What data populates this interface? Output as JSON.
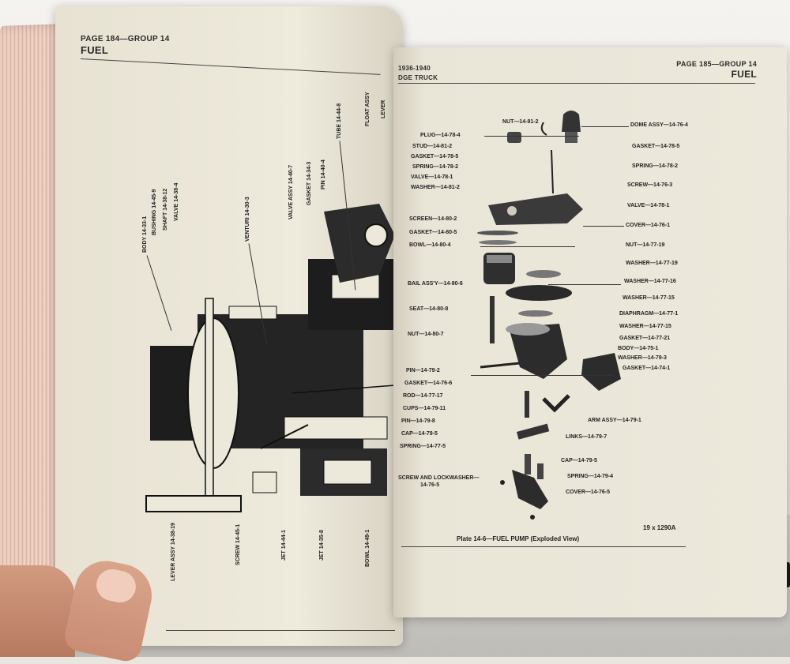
{
  "left_page": {
    "header": "PAGE 184—GROUP 14",
    "section": "FUEL",
    "labels": [
      "BODY 14-33-1",
      "BUSHING 14-45-9",
      "SHAFT 14-38-12",
      "VALVE 14-38-4",
      "VENTURI 14-30-3",
      "VALVE ASSY 14-40-7",
      "GASKET 14-34-3",
      "PIN 14-40-4",
      "TUBE 14-44-8",
      "FLOAT ASSY",
      "LEVER",
      "LEVER ASSY 14-38-19",
      "SCREW 14-45-1",
      "JET 14-44-1",
      "JET 14-35-8",
      "BOWL 14-49-1"
    ]
  },
  "right_page": {
    "header": "PAGE 185—GROUP 14",
    "section": "FUEL",
    "subheader_years": "1936-1940",
    "subheader_model": "DGE TRUCK",
    "left_labels": [
      "NUT—14-81-2",
      "PLUG—14-78-4",
      "STUD—14-81-2",
      "GASKET—14-78-5",
      "SPRING—14-78-2",
      "VALVE—14-78-1",
      "WASHER—14-81-2",
      "SCREEN—14-80-2",
      "GASKET—14-80-5",
      "BOWL—14-80-4",
      "BAIL ASS'Y—14-80-6",
      "SEAT—14-80-8",
      "NUT—14-80-7",
      "PIN—14-79-2",
      "GASKET—14-76-6",
      "ROD—14-77-17",
      "CUPS—14-79-11",
      "PIN—14-79-8",
      "CAP—14-79-5",
      "SPRING—14-77-5",
      "SCREW AND LOCKWASHER—",
      "14-76-5"
    ],
    "right_labels": [
      "DOME ASSY—14-76-4",
      "GASKET—14-78-5",
      "SPRING—14-78-2",
      "SCREW—14-76-3",
      "VALVE—14-78-1",
      "COVER—14-76-1",
      "NUT—14-77-19",
      "WASHER—14-77-19",
      "WASHER—14-77-16",
      "WASHER—14-77-15",
      "DIAPHRAGM—14-77-1",
      "WASHER—14-77-15",
      "GASKET—14-77-21",
      "BODY—14-75-1",
      "WASHER—14-79-3",
      "GASKET—14-74-1",
      "ARM ASSY—14-79-1",
      "LINKS—14-79-7",
      "CAP—14-79-5",
      "SPRING—14-79-4",
      "COVER—14-76-5"
    ],
    "plate_number": "19 x 1290A",
    "caption": "Plate 14-6—FUEL PUMP (Exploded View)"
  }
}
